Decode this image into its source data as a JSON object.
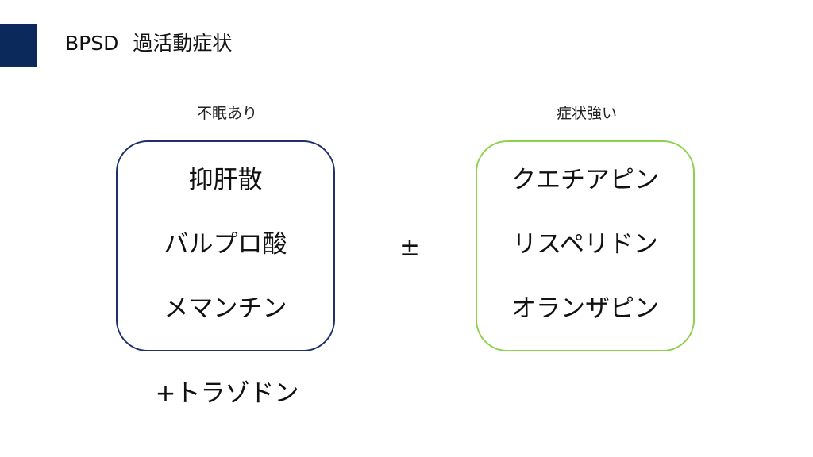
{
  "header": {
    "label": "BPSD",
    "title": "過活動症状"
  },
  "left_group": {
    "heading": "不眠あり",
    "drugs": [
      "抑肝散",
      "バルプロ酸",
      "メマンチン"
    ],
    "addon": "+トラゾドン"
  },
  "connector": "±",
  "right_group": {
    "heading": "症状強い",
    "drugs": [
      "クエチアピン",
      "リスペリドン",
      "オランザピン"
    ]
  },
  "colors": {
    "accent": "#0b2a5b",
    "left_border": "#1f2f6b",
    "right_border": "#8fd14f"
  }
}
